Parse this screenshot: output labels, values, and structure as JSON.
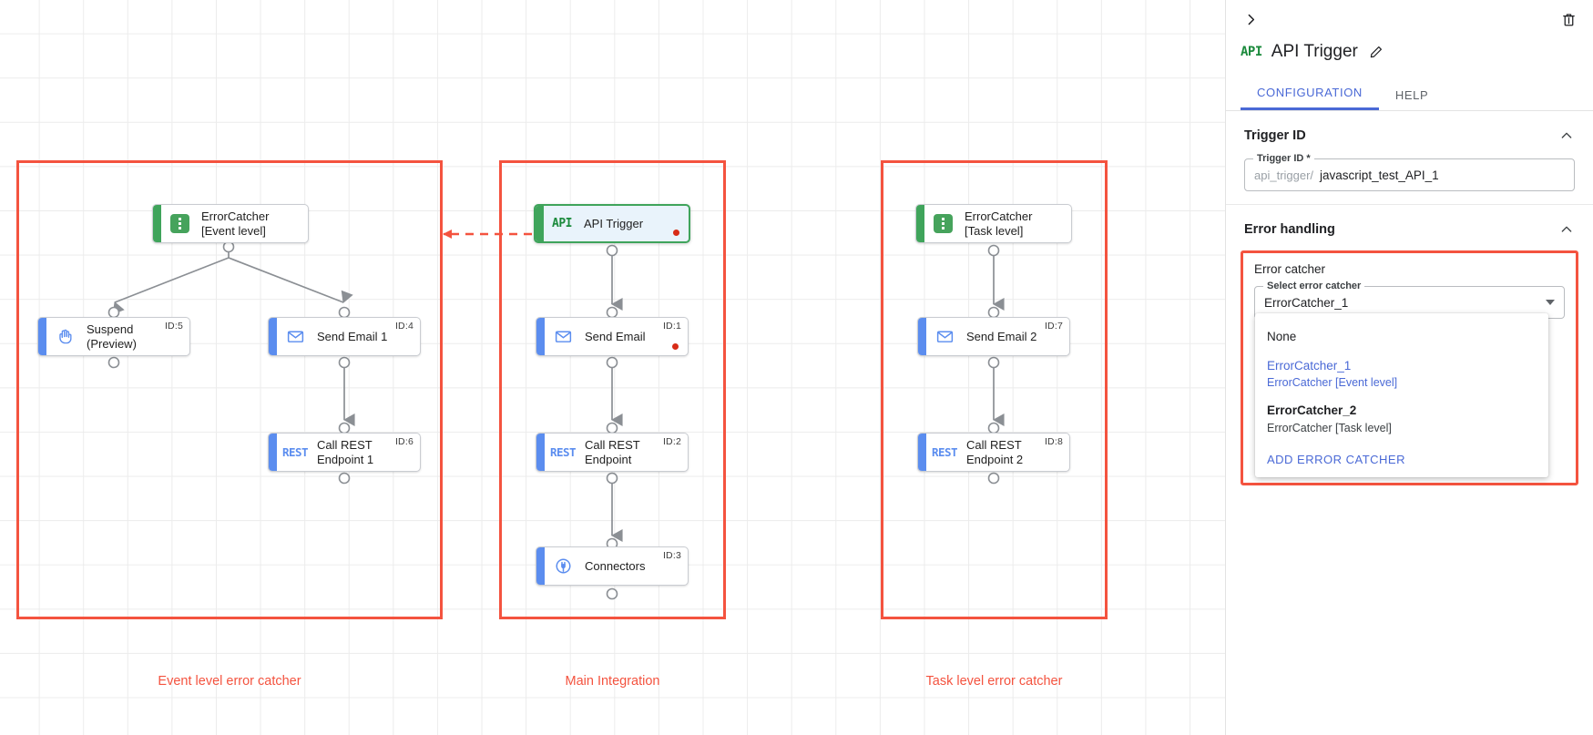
{
  "canvas": {
    "groups": [
      {
        "label": "Event level error catcher"
      },
      {
        "label": "Main Integration"
      },
      {
        "label": "Task level error catcher"
      }
    ],
    "nodes": [
      {
        "title": "ErrorCatcher\n[Event level]",
        "icon": "error-catcher-icon",
        "id_tag": "",
        "error": false
      },
      {
        "title": "Suspend\n(Preview)",
        "icon": "hand-icon",
        "id_tag": "ID:5",
        "error": false
      },
      {
        "title": "Send Email 1",
        "icon": "envelope-icon",
        "id_tag": "ID:4",
        "error": false
      },
      {
        "title": "Call REST\nEndpoint 1",
        "icon": "rest-icon",
        "id_tag": "ID:6",
        "error": false
      },
      {
        "title": "API Trigger",
        "icon": "api-icon",
        "id_tag": "",
        "error": true
      },
      {
        "title": "Send Email",
        "icon": "envelope-icon",
        "id_tag": "ID:1",
        "error": true
      },
      {
        "title": "Call REST\nEndpoint",
        "icon": "rest-icon",
        "id_tag": "ID:2",
        "error": false
      },
      {
        "title": "Connectors",
        "icon": "connectors-icon",
        "id_tag": "ID:3",
        "error": false
      },
      {
        "title": "ErrorCatcher\n[Task level]",
        "icon": "error-catcher-icon",
        "id_tag": "",
        "error": false
      },
      {
        "title": "Send Email 2",
        "icon": "envelope-icon",
        "id_tag": "ID:7",
        "error": false
      },
      {
        "title": "Call REST\nEndpoint 2",
        "icon": "rest-icon",
        "id_tag": "ID:8",
        "error": false
      }
    ]
  },
  "panel": {
    "collapse_icon": "chevron-right-icon",
    "delete_icon": "trash-icon",
    "node_icon": "api-icon",
    "title": "API Trigger",
    "edit_icon": "pencil-icon",
    "tabs": [
      {
        "label": "CONFIGURATION",
        "active": true
      },
      {
        "label": "HELP",
        "active": false
      }
    ],
    "trigger_id_section": {
      "header": "Trigger ID",
      "field_label": "Trigger ID *",
      "prefix": "api_trigger/",
      "value": "javascript_test_API_1"
    },
    "error_handling_section": {
      "header": "Error handling",
      "box_label": "Error catcher",
      "select_label": "Select error catcher",
      "selected_value": "ErrorCatcher_1",
      "dropdown": {
        "options": [
          {
            "name": "None",
            "sub": "",
            "selected": false
          },
          {
            "name": "ErrorCatcher_1",
            "sub": "ErrorCatcher [Event level]",
            "selected": true
          },
          {
            "name": "ErrorCatcher_2",
            "sub": "ErrorCatcher [Task level]",
            "selected": false
          }
        ],
        "add_label": "ADD ERROR CATCHER"
      }
    }
  },
  "colors": {
    "accent_red": "#f4533f",
    "accent_blue": "#4a69d6",
    "node_blue": "#5b8def",
    "node_green": "#3fa45b",
    "error_dot": "#d82b17"
  }
}
